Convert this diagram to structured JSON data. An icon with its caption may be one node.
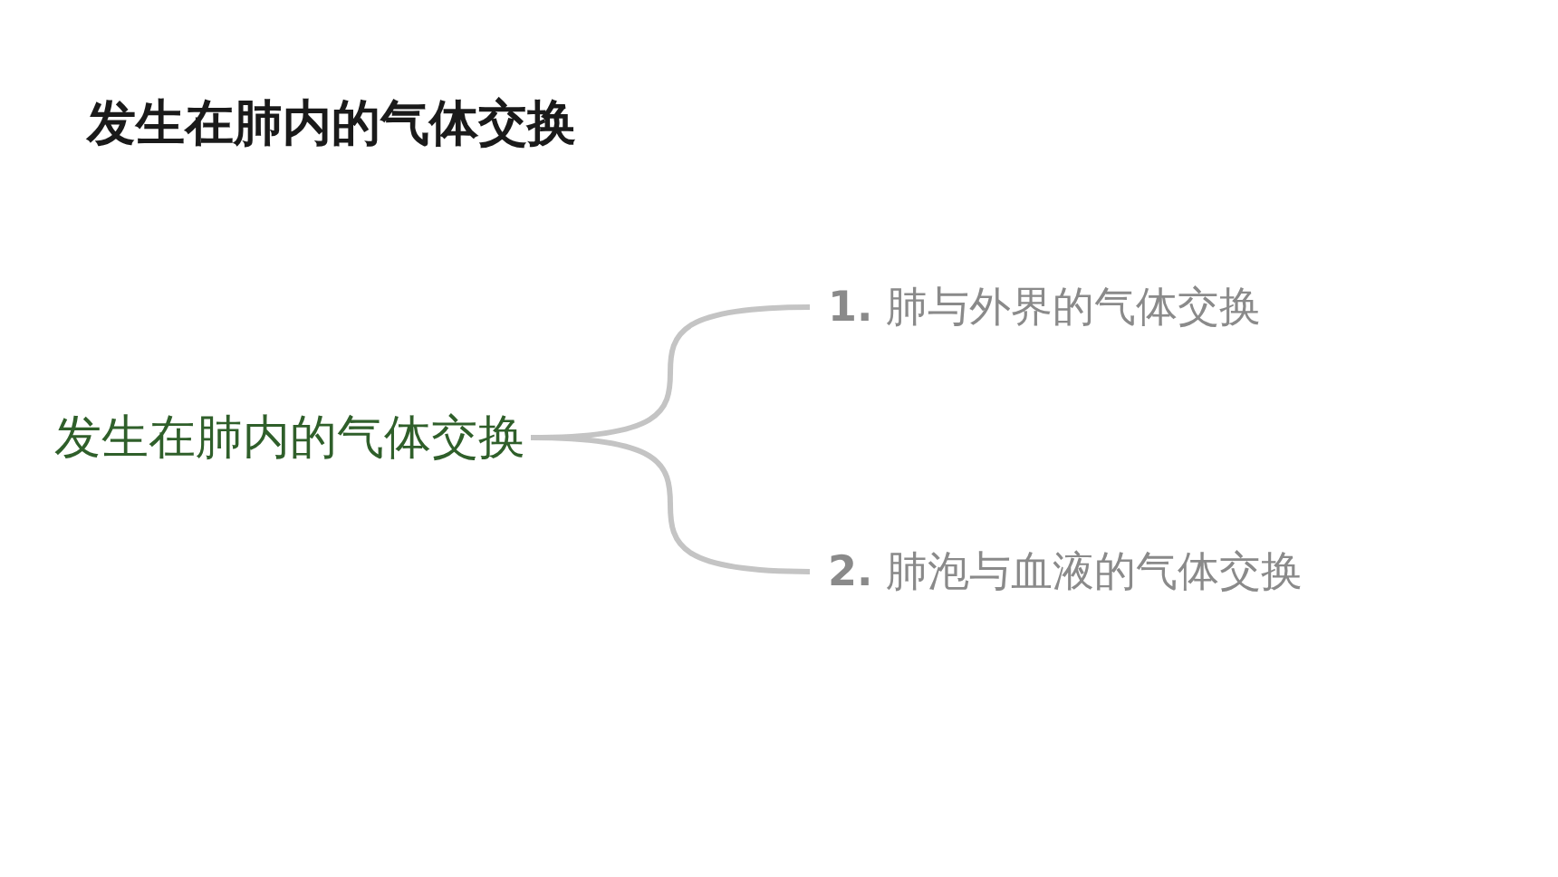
{
  "diagram": {
    "title": "发生在肺内的气体交换",
    "nodes": [
      {
        "text": [
          "发生在肺内的气体交换"
        ]
      },
      {
        "text": [
          "**1.** 肺与外界的气体交换"
        ]
      },
      {
        "text": [
          "**2.** 肺泡与血液的气体交换"
        ]
      }
    ],
    "edges": [
      {
        "from": 0,
        "to": 1,
        "arrow": "none"
      },
      {
        "from": 0,
        "to": 2,
        "arrow": "none"
      }
    ]
  }
}
